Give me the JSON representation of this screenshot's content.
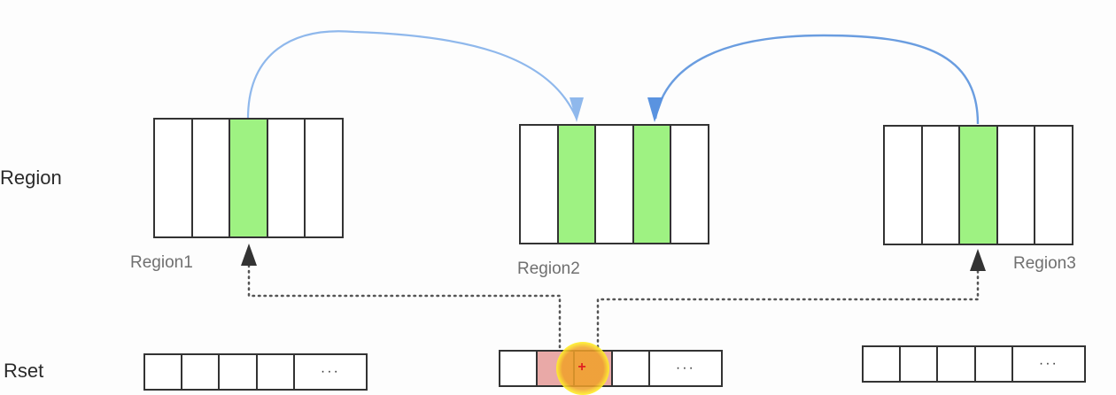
{
  "rows": {
    "region_label": "Region",
    "rset_label": "Rset"
  },
  "regions": [
    {
      "label": "Region1",
      "cells": [
        false,
        false,
        true,
        false,
        false
      ]
    },
    {
      "label": "Region2",
      "cells": [
        false,
        true,
        false,
        true,
        false
      ]
    },
    {
      "label": "Region3",
      "cells": [
        false,
        false,
        true,
        false,
        false
      ]
    }
  ],
  "rsets": [
    {
      "cells": [
        "",
        "",
        "",
        ""
      ],
      "more": "···"
    },
    {
      "cells": [
        "",
        "",
        "",
        ""
      ],
      "more": "···",
      "selected": [
        1,
        2
      ]
    },
    {
      "cells": [
        "",
        "",
        "",
        ""
      ],
      "more": "···"
    }
  ],
  "colors": {
    "hit": "#9ef282",
    "arrow": "#7aa9e6",
    "pointer": "#333333",
    "selected": "#e9a9a7"
  }
}
